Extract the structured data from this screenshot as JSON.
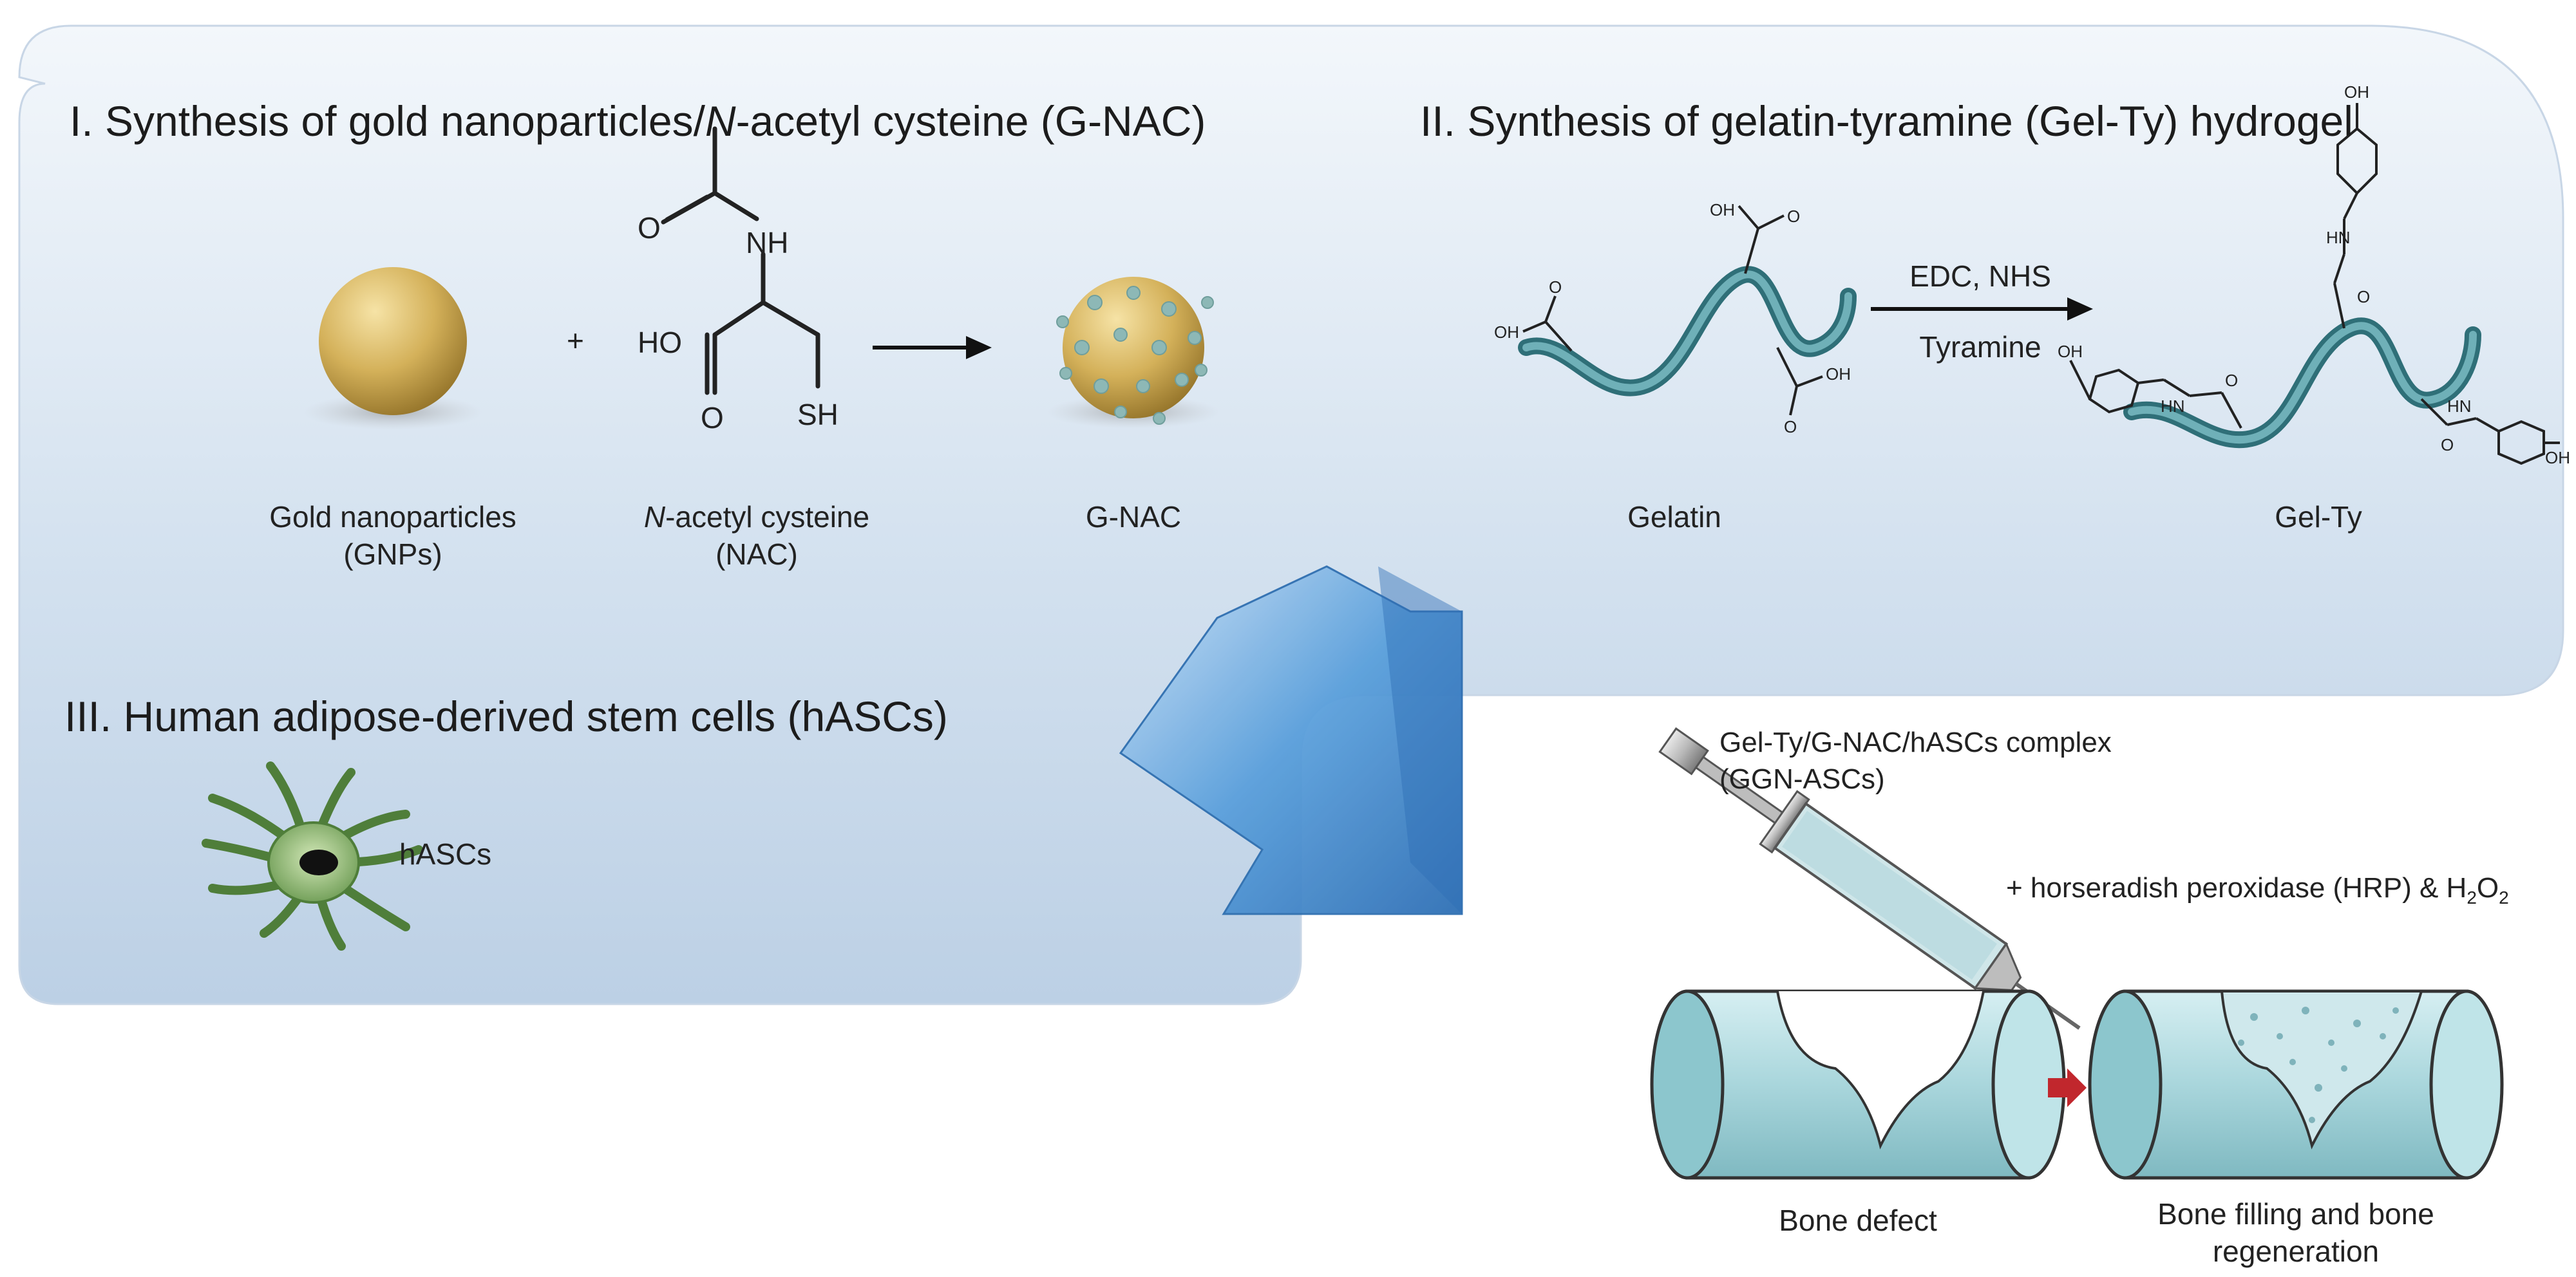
{
  "sections": {
    "s1": {
      "title_prefix": "I. Synthesis of gold nanoparticles/",
      "title_italic": "N",
      "title_suffix": "-acetyl cysteine (G-NAC)",
      "gnp_line1": "Gold nanoparticles",
      "gnp_line2": "(GNPs)",
      "nac_italic": "N",
      "nac_line1_rest": "-acetyl cysteine",
      "nac_line2": "(NAC)",
      "gnac_label": "G-NAC",
      "plus": "+",
      "atoms": {
        "nh": "NH",
        "ho": "HO",
        "o1": "O",
        "o2": "O",
        "sh": "SH"
      }
    },
    "s2": {
      "title": "II. Synthesis of gelatin-tyramine (Gel-Ty) hydrogel",
      "reagent_top": "EDC, NHS",
      "reagent_bottom": "Tyramine",
      "gelatin_label": "Gelatin",
      "gelty_label": "Gel-Ty",
      "atoms": {
        "oh": "OH",
        "o": "O",
        "hn": "HN"
      }
    },
    "s3": {
      "title": "III. Human adipose-derived stem cells (hASCs)",
      "cell_label": "hASCs"
    },
    "final": {
      "complex_line1": "Gel-Ty/G-NAC/hASCs complex",
      "complex_line2": "(GGN-ASCs)",
      "hrp_text": "+ horseradish peroxidase (HRP) & H",
      "hrp_sub": "2",
      "hrp_end": "O",
      "hrp_sub2": "2",
      "defect_label": "Bone defect",
      "filling_line1": "Bone filling and bone",
      "filling_line2": "regeneration"
    }
  },
  "colors": {
    "panel_light": "#eef3f9",
    "panel_dark": "#bfd2e6",
    "gold_light": "#f0d58a",
    "gold_dark": "#9c7a2a",
    "chain": "#4c8d95",
    "bone": "#b4dde2",
    "arrow_blue": "#3f86cc",
    "red_arrow": "#c1272d"
  }
}
